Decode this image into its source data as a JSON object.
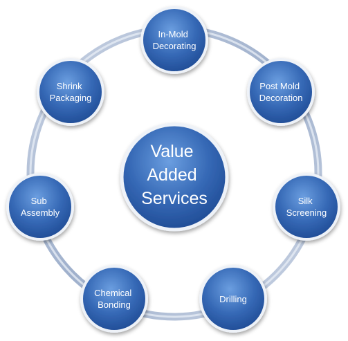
{
  "center": {
    "lines": [
      "Value",
      "Added",
      "Services"
    ]
  },
  "nodes": [
    {
      "id": "in-mold-decorating",
      "lines": [
        "In-Mold",
        "Decorating"
      ]
    },
    {
      "id": "post-mold-decoration",
      "lines": [
        "Post Mold",
        "Decoration"
      ]
    },
    {
      "id": "silk-screening",
      "lines": [
        "Silk",
        "Screening"
      ]
    },
    {
      "id": "drilling",
      "lines": [
        "Drilling"
      ]
    },
    {
      "id": "chemical-bonding",
      "lines": [
        "Chemical",
        "Bonding"
      ]
    },
    {
      "id": "sub-assembly",
      "lines": [
        "Sub",
        "Assembly"
      ]
    },
    {
      "id": "shrink-packaging",
      "lines": [
        "Shrink",
        "Packaging"
      ]
    }
  ],
  "colors": {
    "node_fill_light": "#5b8fd6",
    "node_fill_dark": "#1f4f9a",
    "node_border": "#e8eef7",
    "ring": "#b9c6dc",
    "text": "#ffffff"
  }
}
